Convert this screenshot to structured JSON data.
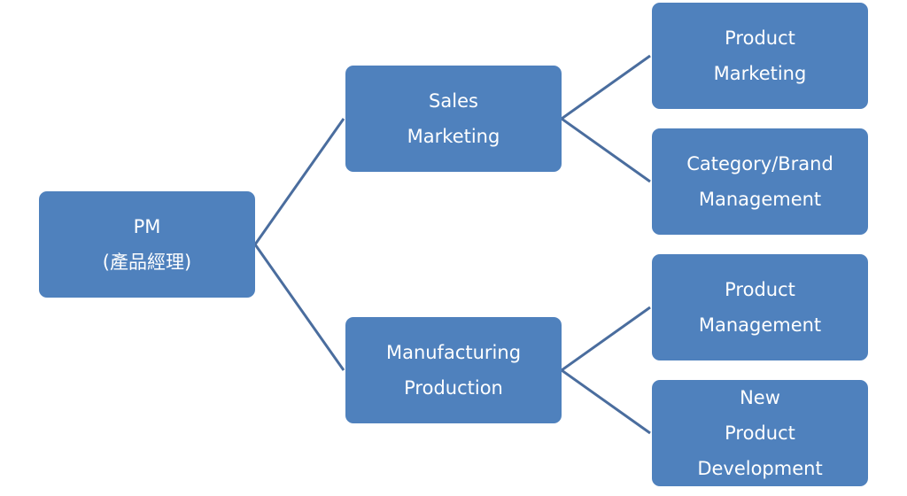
{
  "colors": {
    "node_fill": "#4f81bd",
    "node_text": "#ffffff",
    "connector": "#4a6d9e"
  },
  "nodes": {
    "pm": {
      "lines": [
        "PM",
        "(產品經理)"
      ]
    },
    "sales": {
      "lines": [
        "Sales",
        "Marketing"
      ]
    },
    "manufacturing": {
      "lines": [
        "Manufacturing",
        "Production"
      ]
    },
    "product_marketing": {
      "lines": [
        "Product",
        "Marketing"
      ]
    },
    "category_brand": {
      "lines": [
        "Category/Brand",
        "Management"
      ]
    },
    "product_management": {
      "lines": [
        "Product",
        "Management"
      ]
    },
    "new_product": {
      "lines": [
        "New",
        "Product",
        "Development"
      ]
    }
  }
}
